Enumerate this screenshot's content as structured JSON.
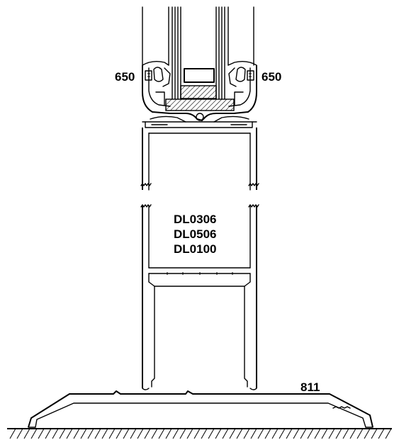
{
  "labels": {
    "left_gasket": "650",
    "right_gasket": "650",
    "profile_line_1": "DL0306",
    "profile_line_2": "DL0506",
    "profile_line_3": "DL0100",
    "threshold": "811"
  },
  "colors": {
    "line": "#000000",
    "background": "#ffffff"
  }
}
